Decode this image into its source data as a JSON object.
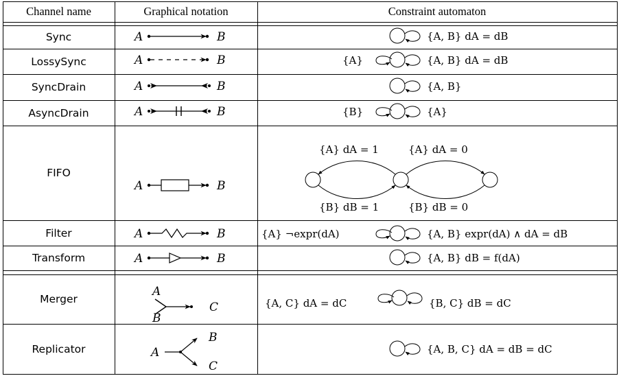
{
  "headers": {
    "channel_name": "Channel name",
    "graphical_notation": "Graphical notation",
    "constraint_automaton": "Constraint automaton"
  },
  "rows": [
    {
      "name": "Sync",
      "notation": "A ⟶ B (solid line, source dot, arrowhead into sink dot)",
      "automaton": {
        "loop": "{A, B} dA = dB"
      }
    },
    {
      "name": "LossySync",
      "notation": "A - - -> B (dashed line)",
      "automaton": {
        "left": "{A}",
        "loop": "{A, B} dA = dB"
      }
    },
    {
      "name": "SyncDrain",
      "notation": "A >—< B (two arrowheads toward the middle)",
      "automaton": {
        "loop": "{A, B}"
      }
    },
    {
      "name": "AsyncDrain",
      "notation": "A >—||—< B",
      "automaton": {
        "left": "{B}",
        "loop": "{A}"
      }
    },
    {
      "name": "FIFO",
      "notation": "A —[ ]→ B (buffer box)",
      "automaton": {
        "top_left": "{A} dA = 1",
        "top_right": "{A} dA = 0",
        "bottom_left": "{B} dB = 1",
        "bottom_right": "{B} dB = 0"
      }
    },
    {
      "name": "Filter",
      "notation": "A —∿→ B (zigzag)",
      "automaton": {
        "left": "{A} ¬expr(dA)",
        "loop": "{A, B} expr(dA) ∧ dA = dB"
      }
    },
    {
      "name": "Transform",
      "notation": "A —▷→ B (triangle)",
      "automaton": {
        "loop": "{A, B} dB = f(dA)"
      }
    },
    {
      "name": "Merger",
      "notation": "A, B merge into C",
      "automaton": {
        "left": "{A, C} dA = dC",
        "loop": "{B, C} dB = dC"
      }
    },
    {
      "name": "Replicator",
      "notation": "A splits into B, C",
      "automaton": {
        "loop": "{A, B, C} dA = dB = dC"
      }
    }
  ],
  "labels": {
    "A": "A",
    "B": "B",
    "C": "C"
  }
}
